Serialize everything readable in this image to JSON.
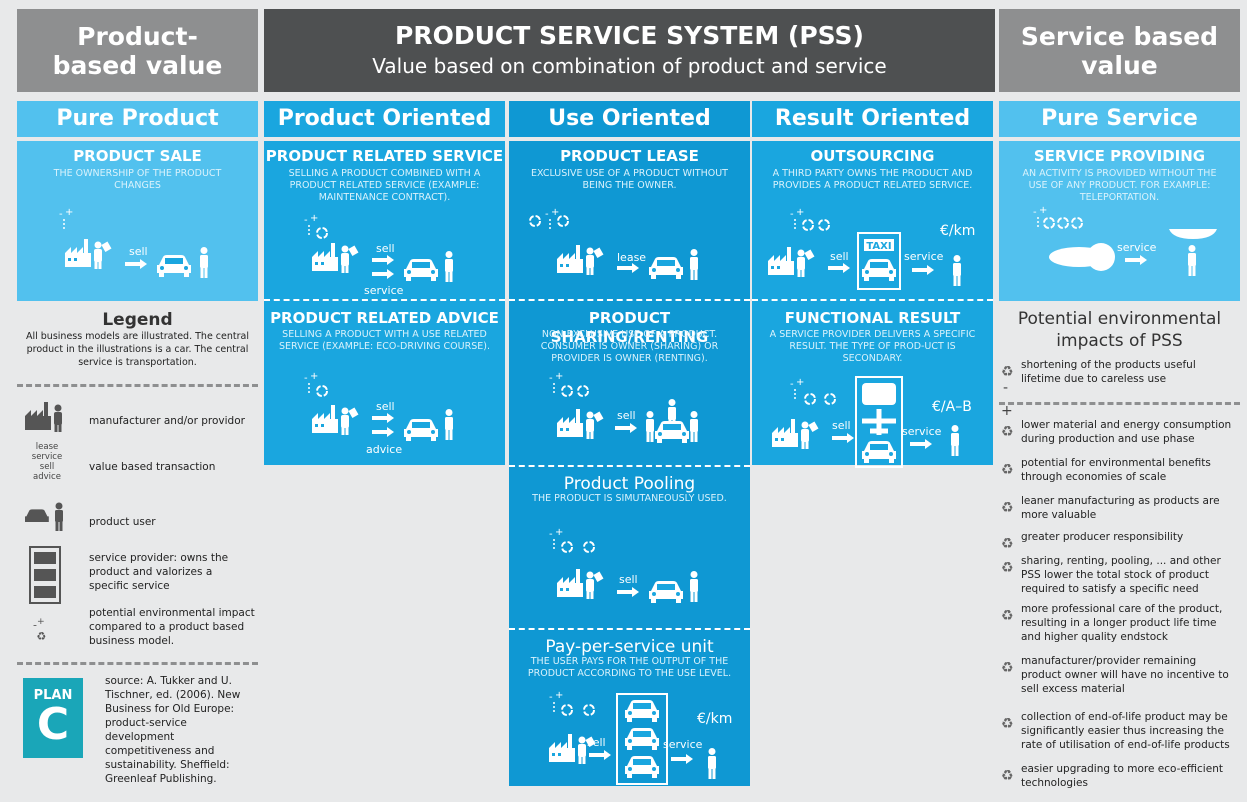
{
  "header": {
    "left": "Product-\nbased value",
    "main_title": "PRODUCT SERVICE SYSTEM (PSS)",
    "main_subtitle": "Value based on combination of product and service",
    "right": "Service based\nvalue"
  },
  "columns": [
    "Pure Product",
    "Product Oriented",
    "Use Oriented",
    "Result Oriented",
    "Pure Service"
  ],
  "models": {
    "product_sale": {
      "title": "PRODUCT SALE",
      "desc": "THE OWNERSHIP OF THE PRODUCT CHANGES",
      "label": "sell"
    },
    "product_related_service": {
      "title": "PRODUCT RELATED SERVICE",
      "desc": "SELLING A PRODUCT COMBINED WITH A PRODUCT RELATED SERVICE (EXAMPLE: MAINTENANCE CONTRACT).",
      "label": "sell",
      "label2": "service"
    },
    "product_related_advice": {
      "title": "PRODUCT RELATED ADVICE",
      "desc": "SELLING A PRODUCT WITH A USE RELATED SERVICE (EXAMPLE: ECO-DRIVING COURSE).",
      "label": "sell",
      "label2": "advice"
    },
    "product_lease": {
      "title": "PRODUCT LEASE",
      "desc": "EXCLUSIVE USE OF A PRODUCT WITHOUT BEING THE OWNER.",
      "label": "lease"
    },
    "product_sharing": {
      "title": "PRODUCT SHARING/RENTING",
      "desc": "NON EXCLUSIVE USE OF A PRODUCT. CONSUMER IS OWNER (SHARING) OR PROVIDER IS OWNER (RENTING).",
      "label": "sell"
    },
    "product_pooling": {
      "title": "Product Pooling",
      "desc": "THE PRODUCT IS SIMUTANEOUSLY USED.",
      "label": "sell"
    },
    "pay_per_service": {
      "title": "Pay-per-service unit",
      "desc": "THE USER PAYS FOR THE OUTPUT OF THE PRODUCT ACCORDING TO THE USE LEVEL.",
      "label": "sell",
      "label2": "service",
      "unit": "€/km"
    },
    "outsourcing": {
      "title": "OUTSOURCING",
      "desc": "A THIRD PARTY OWNS THE PRODUCT AND PROVIDES A PRODUCT RELATED SERVICE.",
      "label": "sell",
      "label2": "service",
      "unit": "€/km",
      "taxi": "TAXI"
    },
    "functional_result": {
      "title": "FUNCTIONAL RESULT",
      "desc": "A SERVICE PROVIDER DELIVERS A SPECIFIC RESULT. THE TYPE OF PROD-UCT IS SECONDARY.",
      "label": "sell",
      "label2": "service",
      "unit": "€/A–B"
    },
    "service_providing": {
      "title": "SERVICE PROVIDING",
      "desc": "AN ACTIVITY IS PROVIDED WITHOUT THE USE OF ANY PRODUCT. FOR EXAMPLE: TELEPORTATION.",
      "label": "service"
    }
  },
  "legend": {
    "title": "Legend",
    "intro": "All business models are illustrated. The central product in the illustrations is a car. The central service is transportation.",
    "items": [
      {
        "label": "manufacturer and/or providor"
      },
      {
        "label": "value based transaction",
        "icon_text": "lease\nservice\nsell\nadvice"
      },
      {
        "label": "product user"
      },
      {
        "label": "service provider: owns the product and valorizes a specific service"
      },
      {
        "label": "potential environmental impact compared to a product based business model."
      }
    ],
    "logo": "PLAN",
    "logo_letter": "C",
    "source": "source: A. Tukker and U. Tischner, ed. (2006). New Business for Old Europe: product-service development competitiveness and sustainability. Sheffield: Greenleaf Publishing."
  },
  "impacts": {
    "title": "Potential environmental impacts of PSS",
    "negative": [
      "shortening of the products useful lifetime due to careless use"
    ],
    "positive": [
      "lower material and energy consumption during production and use phase",
      "potential for environmental benefits through economies of scale",
      "leaner manufacturing as products are more valuable",
      "greater producer responsibility",
      "sharing, renting, pooling, ... and other PSS lower the total stock of product required to satisfy a specific need",
      "more professional care of the product, resulting in a longer product life time and higher quality endstock",
      "manufacturer/provider remaining product owner will have no incentive to sell excess material",
      "collection of end-of-life product may be significantly easier thus increasing the rate of utilisation of end-of-life products",
      "easier upgrading to more eco-efficient technologies"
    ]
  }
}
